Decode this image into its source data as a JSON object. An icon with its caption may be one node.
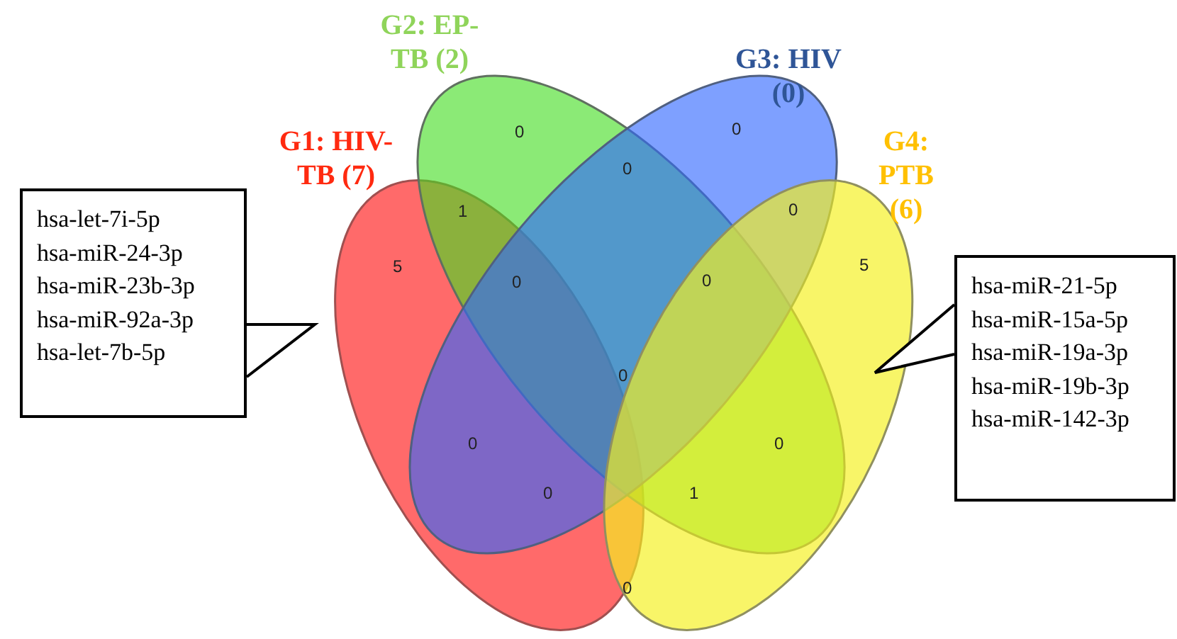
{
  "diagram": {
    "nodes": [
      {
        "text": [
          "G1: HIV-TB (7)"
        ]
      },
      {
        "text": [
          "G2: EP-TB (2)"
        ]
      },
      {
        "text": [
          "G3: HIV (0)"
        ]
      },
      {
        "text": [
          "G4: PTB (6)"
        ]
      },
      {
        "text": [
          "hsa-let-7i-5p",
          "hsa-miR-24-3p",
          "hsa-miR-23b-3p",
          "hsa-miR-92a-3p",
          "hsa-let-7b-5p"
        ]
      },
      {
        "text": [
          "hsa-miR-21-5p",
          "hsa-miR-15a-5p",
          "hsa-miR-19a-3p",
          "hsa-miR-19b-3p",
          "hsa-miR-142-3p"
        ]
      }
    ],
    "edges": [
      {
        "from": 4,
        "to": 0,
        "arrow": "to"
      },
      {
        "from": 5,
        "to": 3,
        "arrow": "to"
      }
    ],
    "labels": [
      "0",
      "0",
      "0",
      "1",
      "0",
      "5",
      "5",
      "0",
      "0",
      "0",
      "0",
      "0",
      "0",
      "1",
      "0"
    ]
  }
}
